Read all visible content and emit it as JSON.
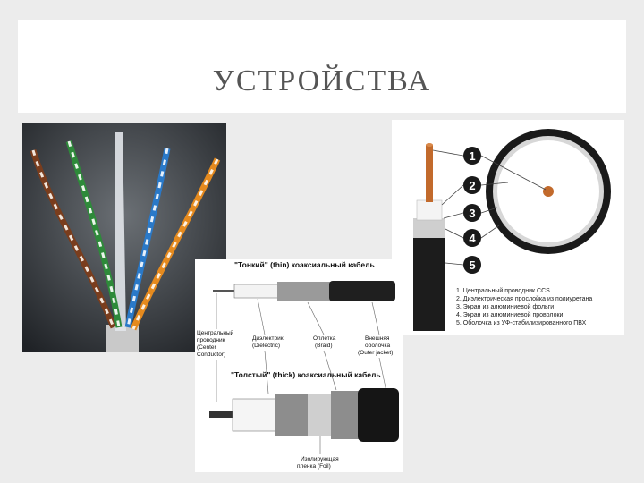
{
  "slide": {
    "title": "УСТРОЙСТВА"
  },
  "coax_diagram": {
    "thin_caption": "\"Тонкий\" (thin) коаксиальный кабель",
    "thick_caption": "\"Толстый\" (thick) коаксиальный кабель",
    "labels": {
      "center": [
        "Центральный",
        "проводник",
        "(Center",
        "Conductor)"
      ],
      "dielectric": [
        "Диэлектрик",
        "(Dielectric)"
      ],
      "braid": [
        "Оплетка",
        "(Braid)"
      ],
      "jacket": [
        "Внешняя",
        "оболочка",
        "(Outer jacket)"
      ],
      "foil": [
        "Изолирующая",
        "пленка (Foil)"
      ]
    }
  },
  "coax_sectional": {
    "numbers": [
      "1",
      "2",
      "3",
      "4",
      "5"
    ],
    "legend": [
      "1. Центральный проводник CCS",
      "2. Диэлектрическая прослойка из полиуретана",
      "3. Экран из алюминиевой фольги",
      "4. Экран из алюминиевой проволоки",
      "5. Оболочка из УФ-стабилизированного ПВХ"
    ]
  },
  "colors": {
    "background": "#ececec",
    "title": "#555555"
  }
}
